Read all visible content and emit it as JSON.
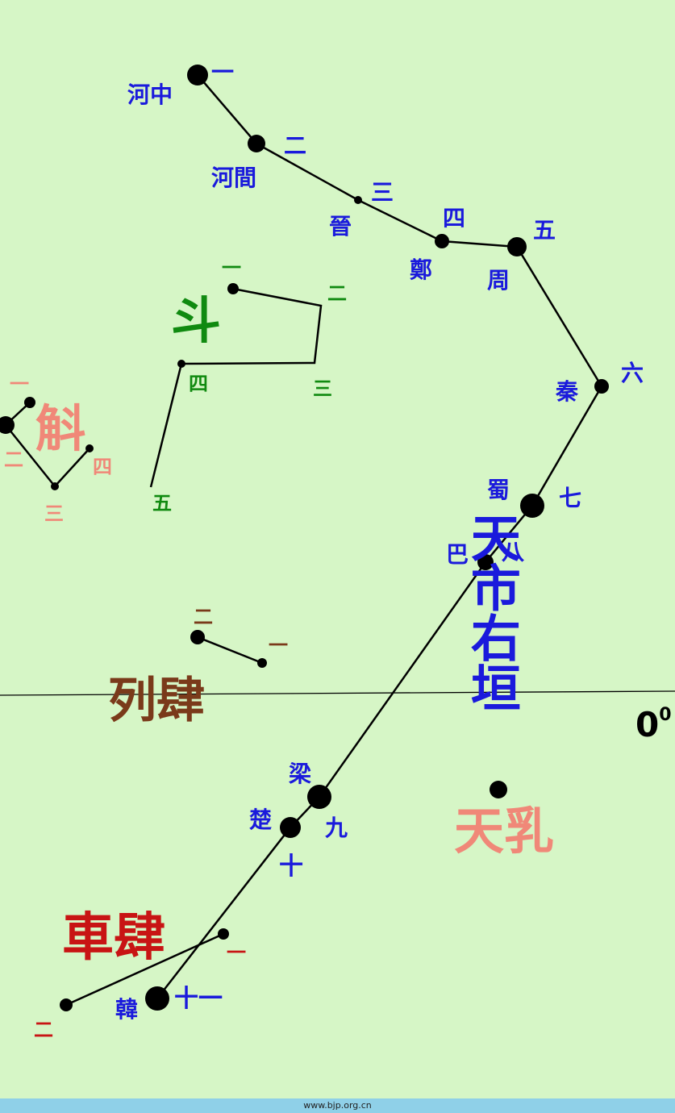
{
  "colors": {
    "background": "#d6f6c6",
    "line": "#000000",
    "star": "#000000",
    "blue": "#1a1adc",
    "green": "#108a10",
    "salmon": "#f08878",
    "brown": "#7a3a1a",
    "red": "#c81414",
    "footer_bar": "#8fd0e8"
  },
  "equator_label": "0",
  "equator_sup": "0",
  "footer": "www.bjp.org.cn",
  "groups": [
    {
      "id": "tianshi-youyuan",
      "title": "天市右垣",
      "color": "blue",
      "stars": [
        {
          "label": "河中",
          "num": "一"
        },
        {
          "label": "河間",
          "num": "二"
        },
        {
          "label": "晉",
          "num": "三"
        },
        {
          "label": "鄭",
          "num": "四"
        },
        {
          "label": "周",
          "num": "五"
        },
        {
          "label": "秦",
          "num": "六"
        },
        {
          "label": "蜀",
          "num": "七"
        },
        {
          "label": "巴",
          "num": "八"
        },
        {
          "label": "梁",
          "num": "九"
        },
        {
          "label": "楚",
          "num": "十"
        },
        {
          "label": "韓",
          "num": "十一"
        }
      ]
    },
    {
      "id": "dou",
      "title": "斗",
      "color": "green",
      "stars": [
        {
          "label": "",
          "num": "一"
        },
        {
          "label": "",
          "num": "二"
        },
        {
          "label": "",
          "num": "三"
        },
        {
          "label": "",
          "num": "四"
        },
        {
          "label": "",
          "num": "五"
        }
      ]
    },
    {
      "id": "hu",
      "title": "斛",
      "color": "salmon",
      "stars": [
        {
          "label": "",
          "num": "一"
        },
        {
          "label": "",
          "num": "二"
        },
        {
          "label": "",
          "num": "三"
        },
        {
          "label": "",
          "num": "四"
        }
      ]
    },
    {
      "id": "liesi",
      "title": "列肆",
      "color": "brown",
      "stars": [
        {
          "label": "",
          "num": "一"
        },
        {
          "label": "",
          "num": "二"
        }
      ]
    },
    {
      "id": "chesi",
      "title": "車肆",
      "color": "red",
      "stars": [
        {
          "label": "",
          "num": "一"
        },
        {
          "label": "",
          "num": "二"
        }
      ]
    },
    {
      "id": "tianru",
      "title": "天乳",
      "color": "salmon",
      "stars": []
    }
  ]
}
